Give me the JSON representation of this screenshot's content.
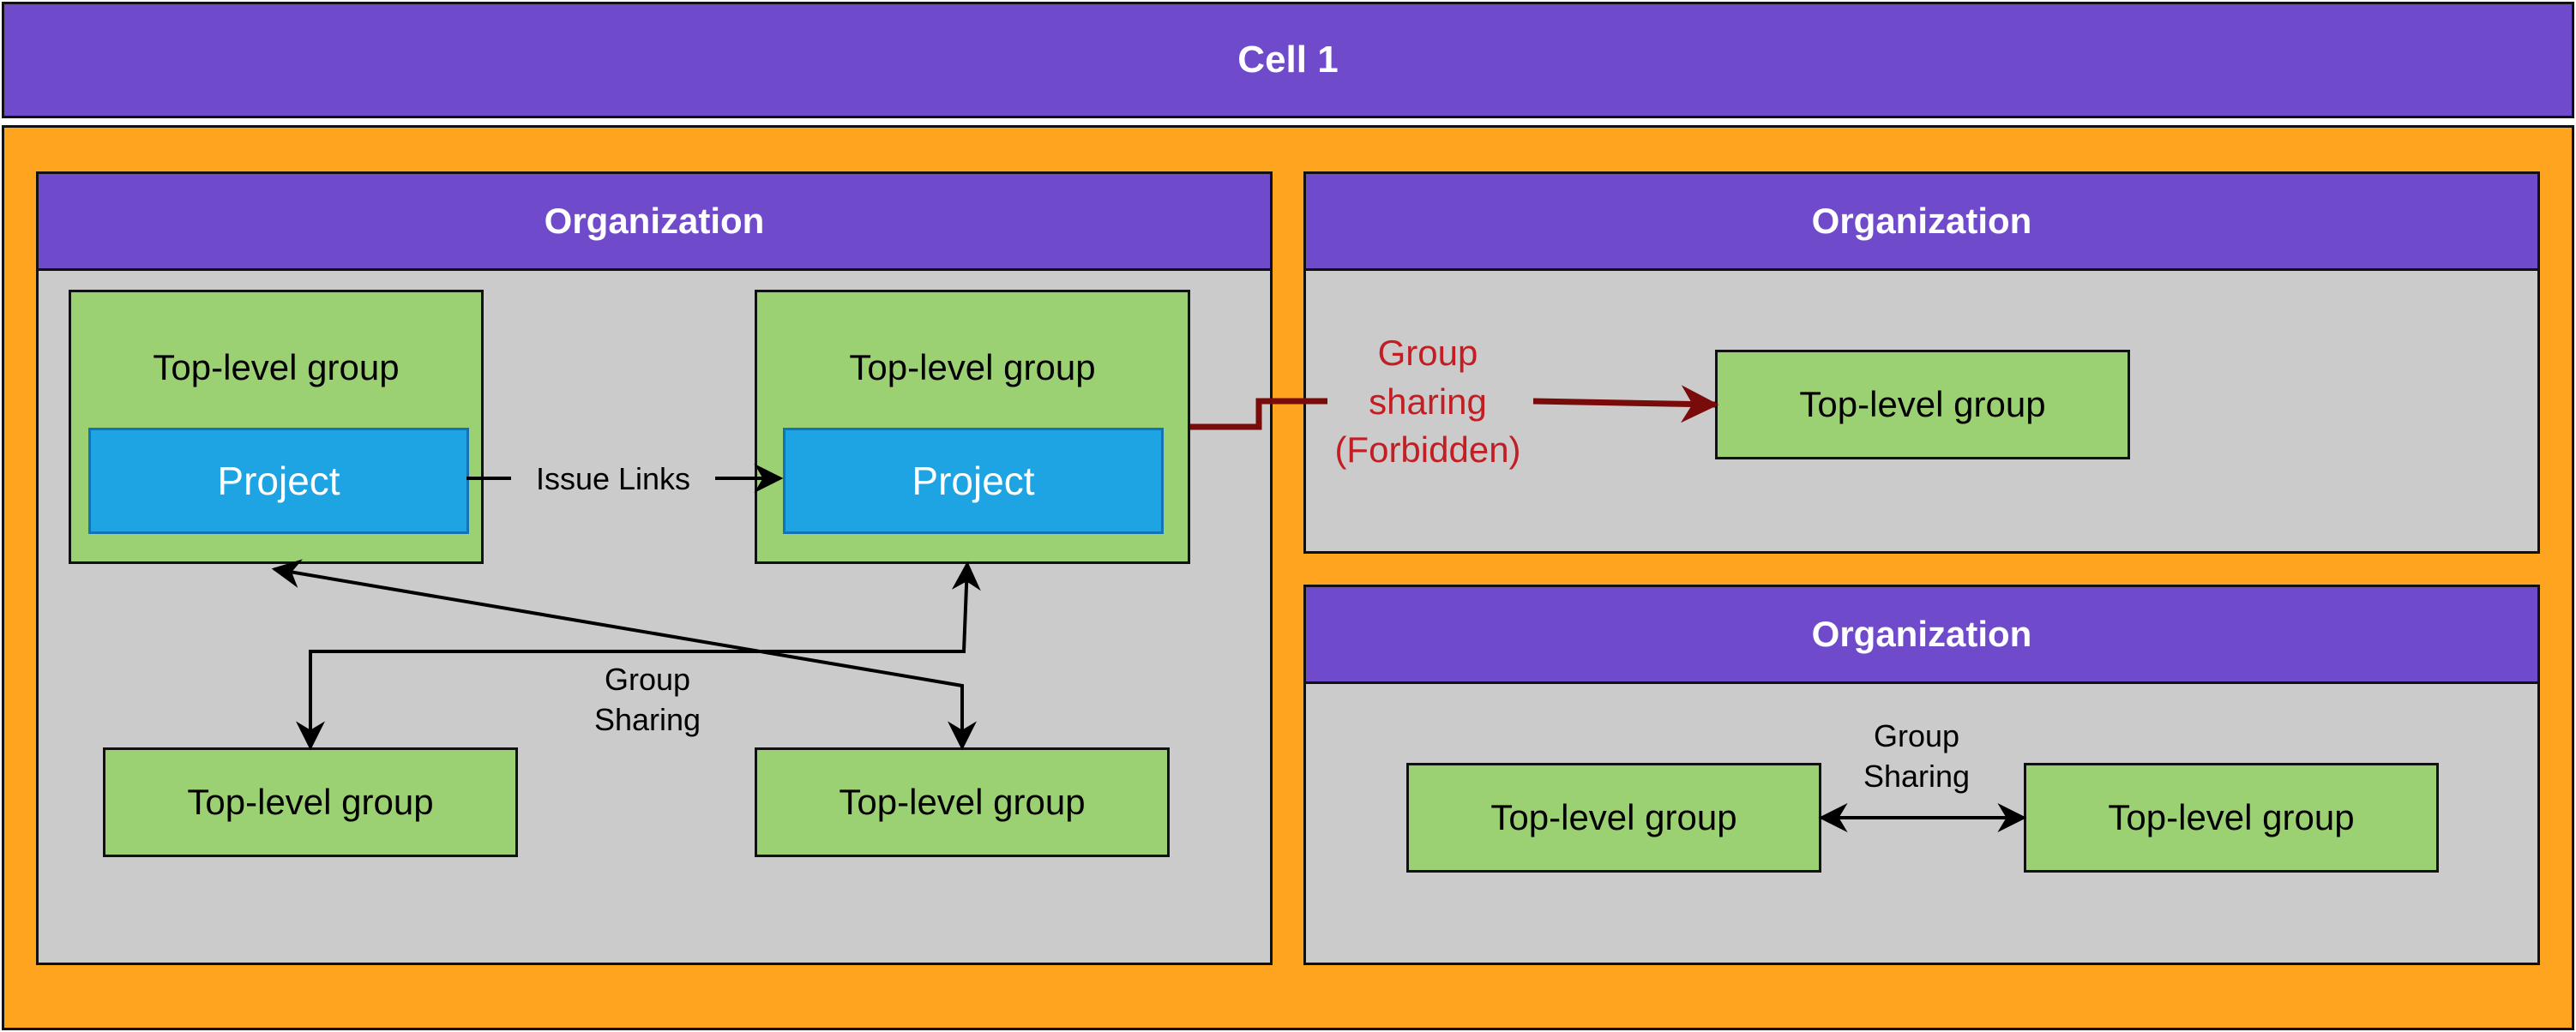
{
  "cell": {
    "title": "Cell 1"
  },
  "organizations": [
    {
      "title": "Organization",
      "groups": [
        {
          "label": "Top-level group",
          "project": "Project"
        },
        {
          "label": "Top-level group",
          "project": "Project"
        },
        {
          "label": "Top-level group"
        },
        {
          "label": "Top-level group"
        }
      ],
      "edges": [
        {
          "label": "Issue Links"
        },
        {
          "label_line1": "Group",
          "label_line2": "Sharing"
        }
      ]
    },
    {
      "title": "Organization",
      "groups": [
        {
          "label": "Top-level group"
        }
      ]
    },
    {
      "title": "Organization",
      "groups": [
        {
          "label": "Top-level group"
        },
        {
          "label": "Top-level group"
        }
      ],
      "edges": [
        {
          "label_line1": "Group",
          "label_line2": "Sharing"
        }
      ]
    }
  ],
  "forbidden_edge": {
    "label_line1": "Group",
    "label_line2": "sharing",
    "label_line3": "(Forbidden)",
    "color": "#c31e23",
    "arrow_color": "#7a0b0b"
  },
  "colors": {
    "cell_header": "#6f4bcc",
    "cell_body": "#ffa41e",
    "organization_header": "#6f4bcc",
    "organization_body": "#cbcbcb",
    "group": "#9bd172",
    "project": "#1ea3e3"
  }
}
